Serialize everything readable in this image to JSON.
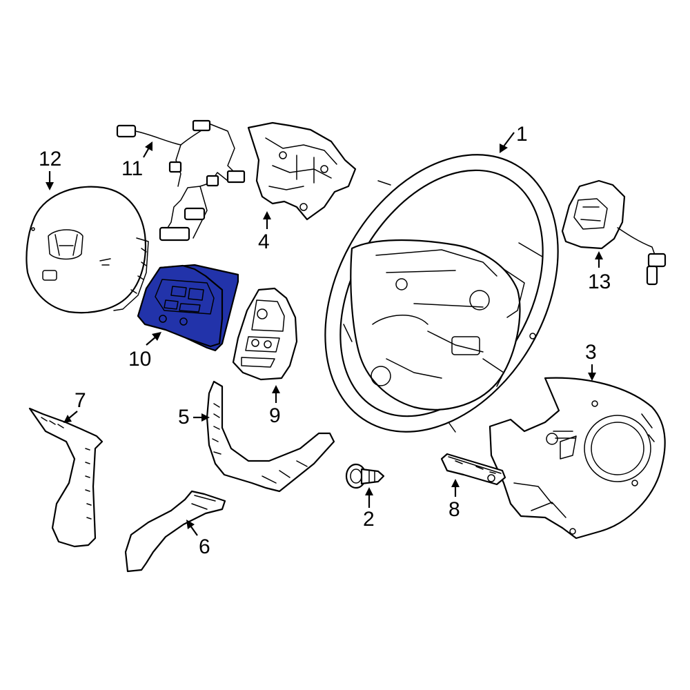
{
  "diagram": {
    "highlight_color": "#2233aa",
    "parts": [
      {
        "number": "1",
        "highlighted": false
      },
      {
        "number": "2",
        "highlighted": false
      },
      {
        "number": "3",
        "highlighted": false
      },
      {
        "number": "4",
        "highlighted": false
      },
      {
        "number": "5",
        "highlighted": false
      },
      {
        "number": "6",
        "highlighted": false
      },
      {
        "number": "7",
        "highlighted": false
      },
      {
        "number": "8",
        "highlighted": false
      },
      {
        "number": "9",
        "highlighted": false
      },
      {
        "number": "10",
        "highlighted": true
      },
      {
        "number": "11",
        "highlighted": false
      },
      {
        "number": "12",
        "highlighted": false
      },
      {
        "number": "13",
        "highlighted": false
      }
    ]
  }
}
